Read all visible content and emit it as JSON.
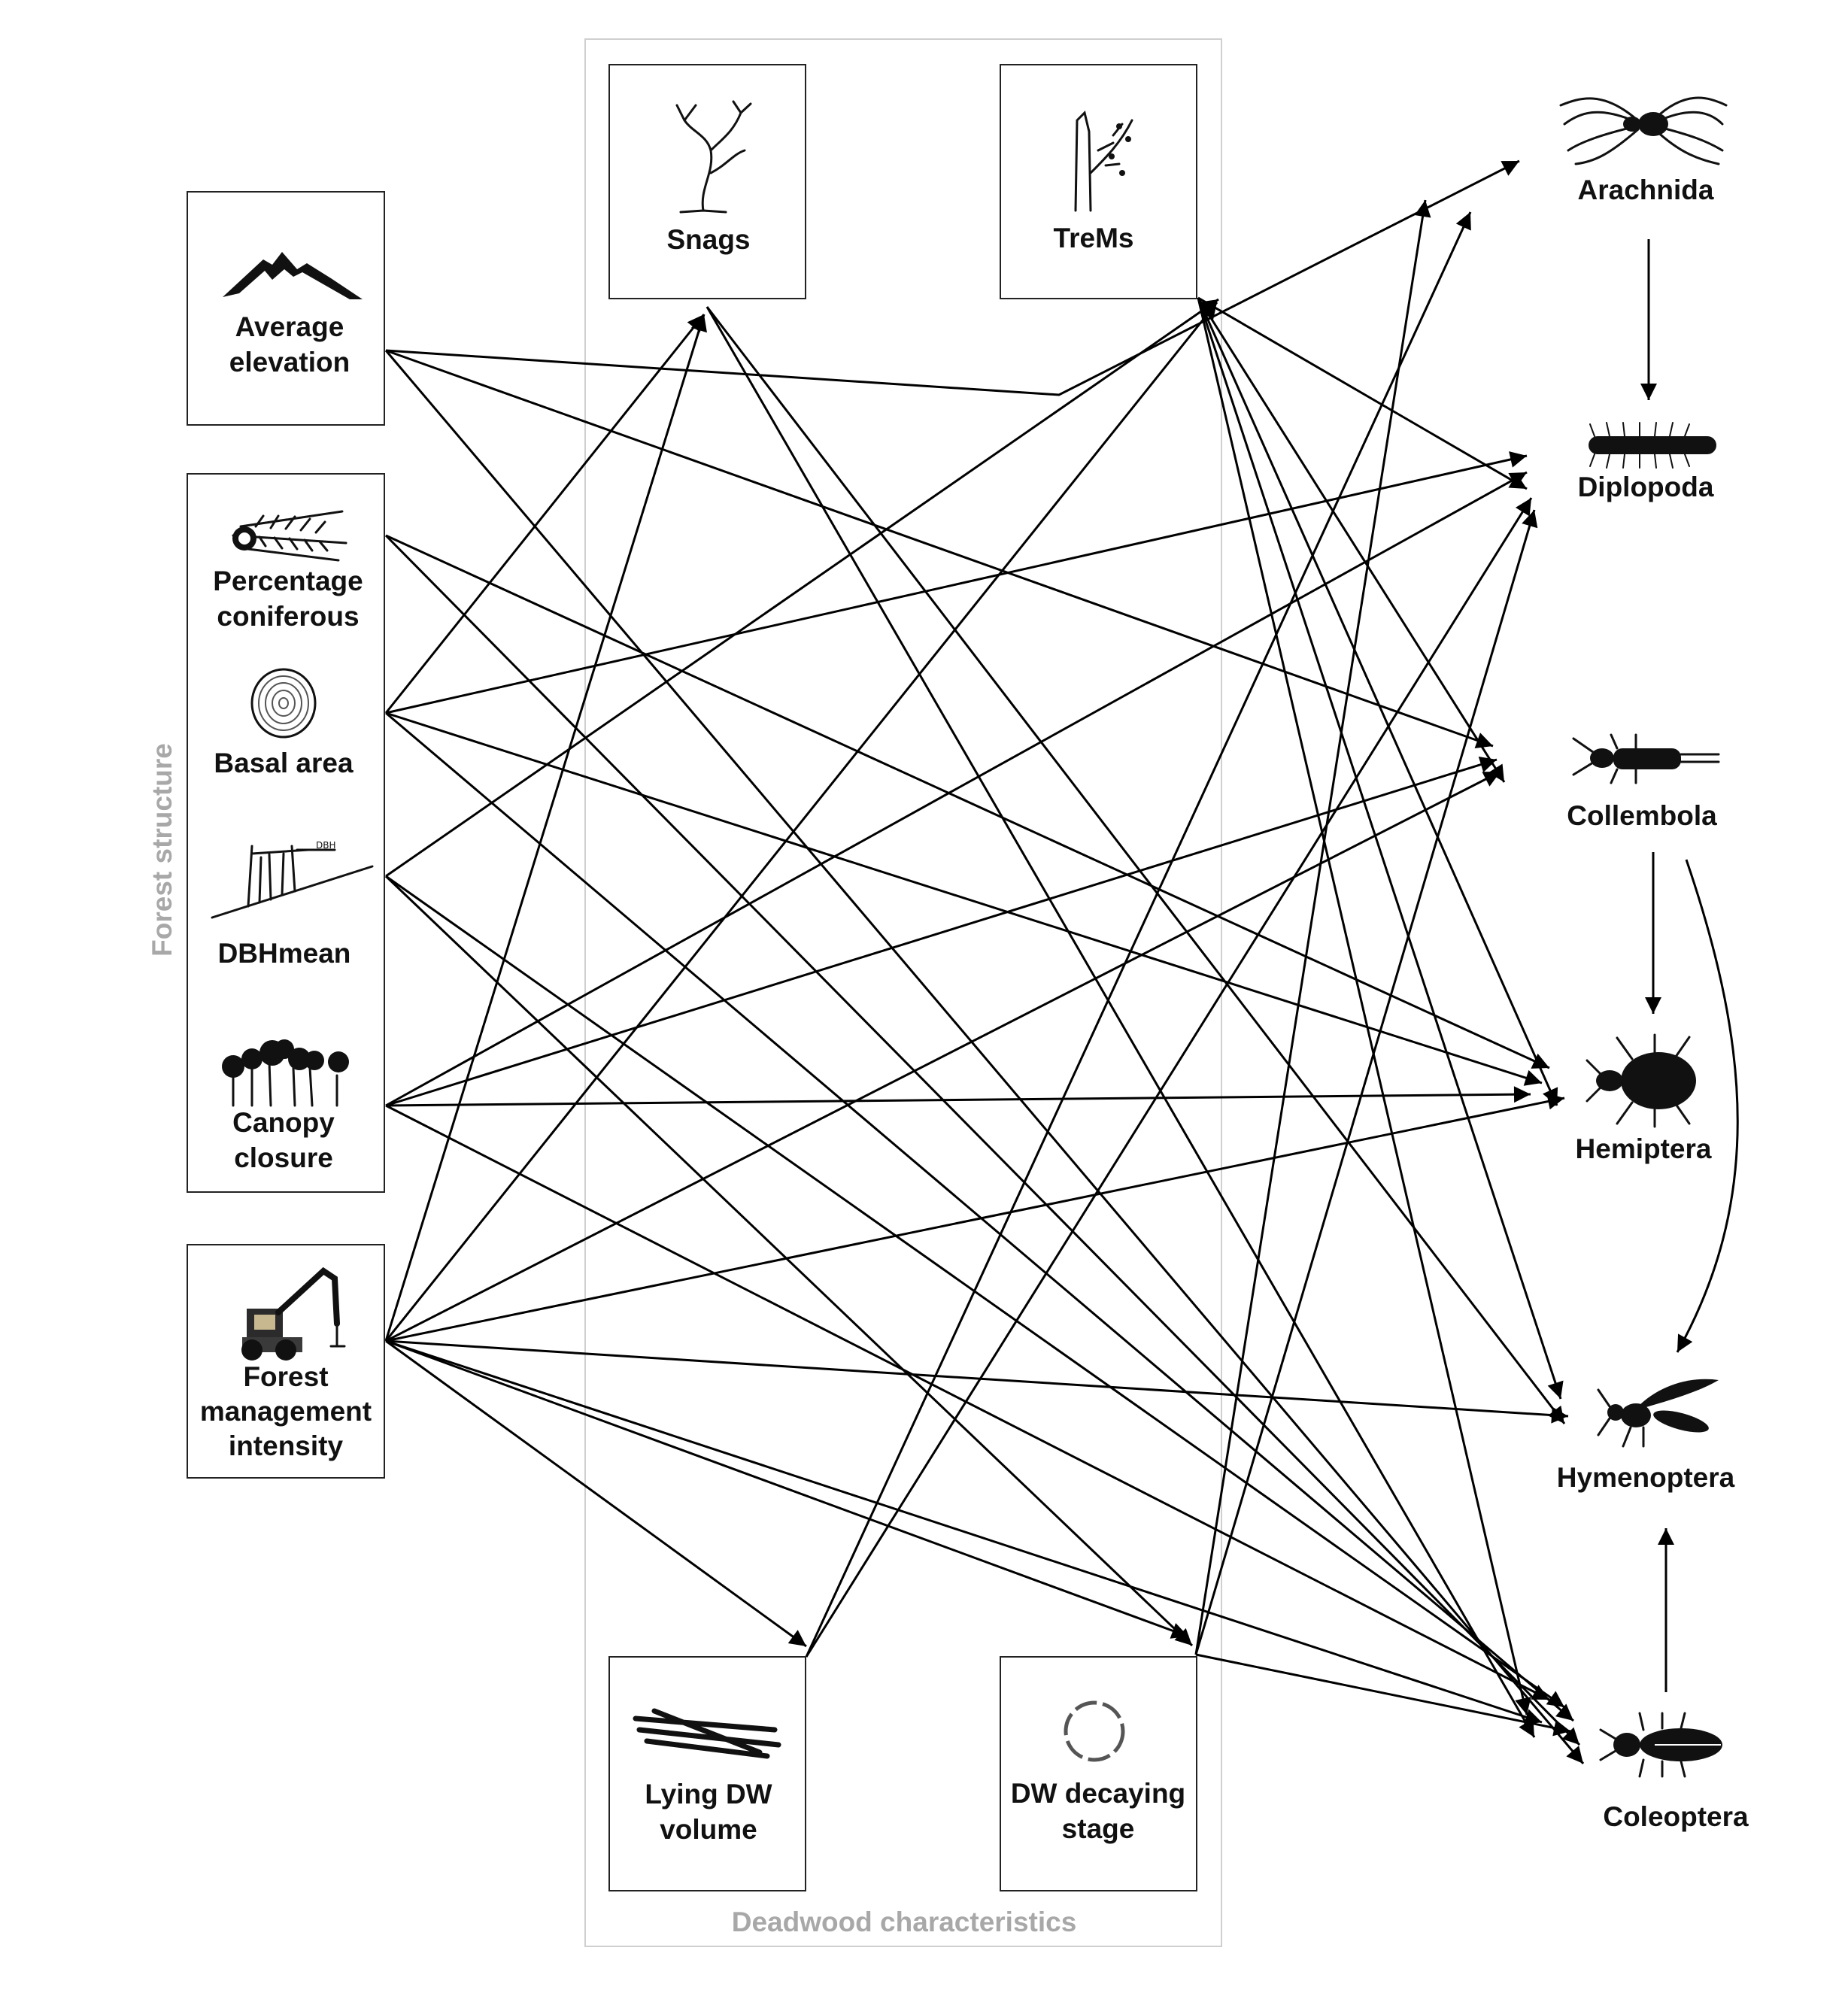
{
  "groups": {
    "forest_structure": "Forest structure",
    "deadwood": "Deadwood characteristics"
  },
  "nodes": {
    "elevation": {
      "lines": [
        "Average",
        "elevation"
      ],
      "icon": "mountain-icon"
    },
    "coniferous": {
      "lines": [
        "Percentage",
        "coniferous"
      ],
      "icon": "conifer-branch-icon"
    },
    "basal": {
      "lines": [
        "Basal area"
      ],
      "icon": "tree-rings-icon"
    },
    "dbh": {
      "lines": [
        "DBHmean"
      ],
      "icon": "tree-trunk-measure-icon"
    },
    "canopy": {
      "lines": [
        "Canopy",
        "closure"
      ],
      "icon": "trees-canopy-icon"
    },
    "management": {
      "lines": [
        "Forest",
        "management",
        "intensity"
      ],
      "icon": "harvester-machine-icon"
    },
    "snags": {
      "lines": [
        "Snags"
      ],
      "icon": "dead-tree-icon"
    },
    "trems": {
      "lines": [
        "TreMs"
      ],
      "icon": "broken-tree-icon"
    },
    "lyingdw": {
      "lines": [
        "Lying DW",
        "volume"
      ],
      "icon": "log-pile-icon"
    },
    "dwdecay": {
      "lines": [
        "DW decaying",
        "stage"
      ],
      "icon": "decay-cycle-icon"
    },
    "arachnida": {
      "lines": [
        "Arachnida"
      ],
      "icon": "spider-icon"
    },
    "diplopoda": {
      "lines": [
        "Diplopoda"
      ],
      "icon": "millipede-icon"
    },
    "collembola": {
      "lines": [
        "Collembola"
      ],
      "icon": "springtail-icon"
    },
    "hemiptera": {
      "lines": [
        "Hemiptera"
      ],
      "icon": "bug-icon"
    },
    "hymenoptera": {
      "lines": [
        "Hymenoptera"
      ],
      "icon": "wasp-icon"
    },
    "coleoptera": {
      "lines": [
        "Coleoptera"
      ],
      "icon": "beetle-icon"
    }
  },
  "edges": [
    [
      "elevation",
      "arachnida"
    ],
    [
      "elevation",
      "collembola"
    ],
    [
      "elevation",
      "coleoptera"
    ],
    [
      "coniferous",
      "hemiptera"
    ],
    [
      "coniferous",
      "coleoptera"
    ],
    [
      "basal",
      "snags"
    ],
    [
      "basal",
      "diplopoda"
    ],
    [
      "basal",
      "hemiptera"
    ],
    [
      "basal",
      "coleoptera"
    ],
    [
      "dbh",
      "trems"
    ],
    [
      "dbh",
      "dwdecay"
    ],
    [
      "dbh",
      "coleoptera"
    ],
    [
      "canopy",
      "diplopoda"
    ],
    [
      "canopy",
      "collembola"
    ],
    [
      "canopy",
      "hemiptera"
    ],
    [
      "canopy",
      "coleoptera"
    ],
    [
      "management",
      "snags"
    ],
    [
      "management",
      "trems"
    ],
    [
      "management",
      "lyingdw"
    ],
    [
      "management",
      "dwdecay"
    ],
    [
      "management",
      "collembola"
    ],
    [
      "management",
      "hemiptera"
    ],
    [
      "management",
      "hymenoptera"
    ],
    [
      "management",
      "coleoptera"
    ],
    [
      "snags",
      "hymenoptera"
    ],
    [
      "snags",
      "coleoptera"
    ],
    [
      "trems",
      "diplopoda"
    ],
    [
      "trems",
      "collembola"
    ],
    [
      "trems",
      "hemiptera"
    ],
    [
      "trems",
      "hymenoptera"
    ],
    [
      "trems",
      "coleoptera"
    ],
    [
      "lyingdw",
      "arachnida"
    ],
    [
      "lyingdw",
      "diplopoda"
    ],
    [
      "dwdecay",
      "arachnida"
    ],
    [
      "dwdecay",
      "diplopoda"
    ],
    [
      "dwdecay",
      "coleoptera"
    ],
    [
      "arachnida",
      "diplopoda"
    ],
    [
      "collembola",
      "hemiptera"
    ],
    [
      "collembola",
      "hymenoptera"
    ],
    [
      "coleoptera",
      "hymenoptera"
    ]
  ]
}
